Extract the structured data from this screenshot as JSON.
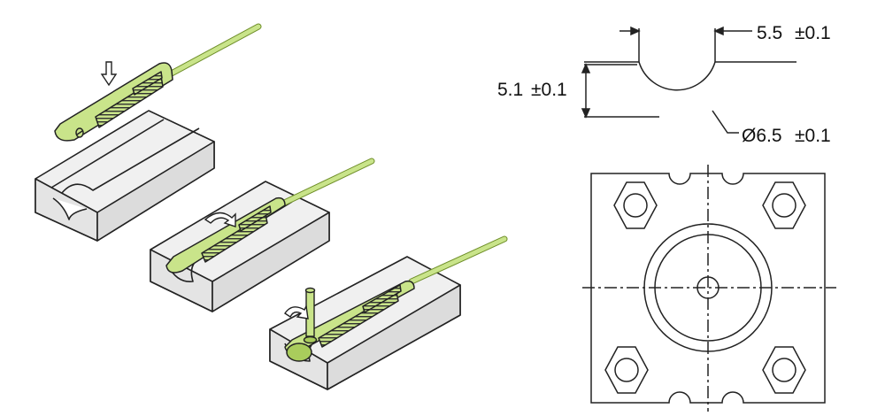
{
  "dimensions": {
    "slot_width": "5.5",
    "slot_width_tol": "±0.1",
    "slot_depth": "5.1",
    "slot_depth_tol": "±0.1",
    "hole_diameter": "Ø6.5",
    "hole_diameter_tol": "±0.1"
  },
  "colors": {
    "sensor_green": "#c9e48a",
    "sensor_green_dark": "#a9cc5c",
    "block_fill": "#ececec",
    "outline": "#222222"
  },
  "icons": {
    "press_arrow": "down-arrow-icon",
    "rotate_arrow": "rotate-arrow-icon",
    "locking_pin": "pin-icon"
  }
}
